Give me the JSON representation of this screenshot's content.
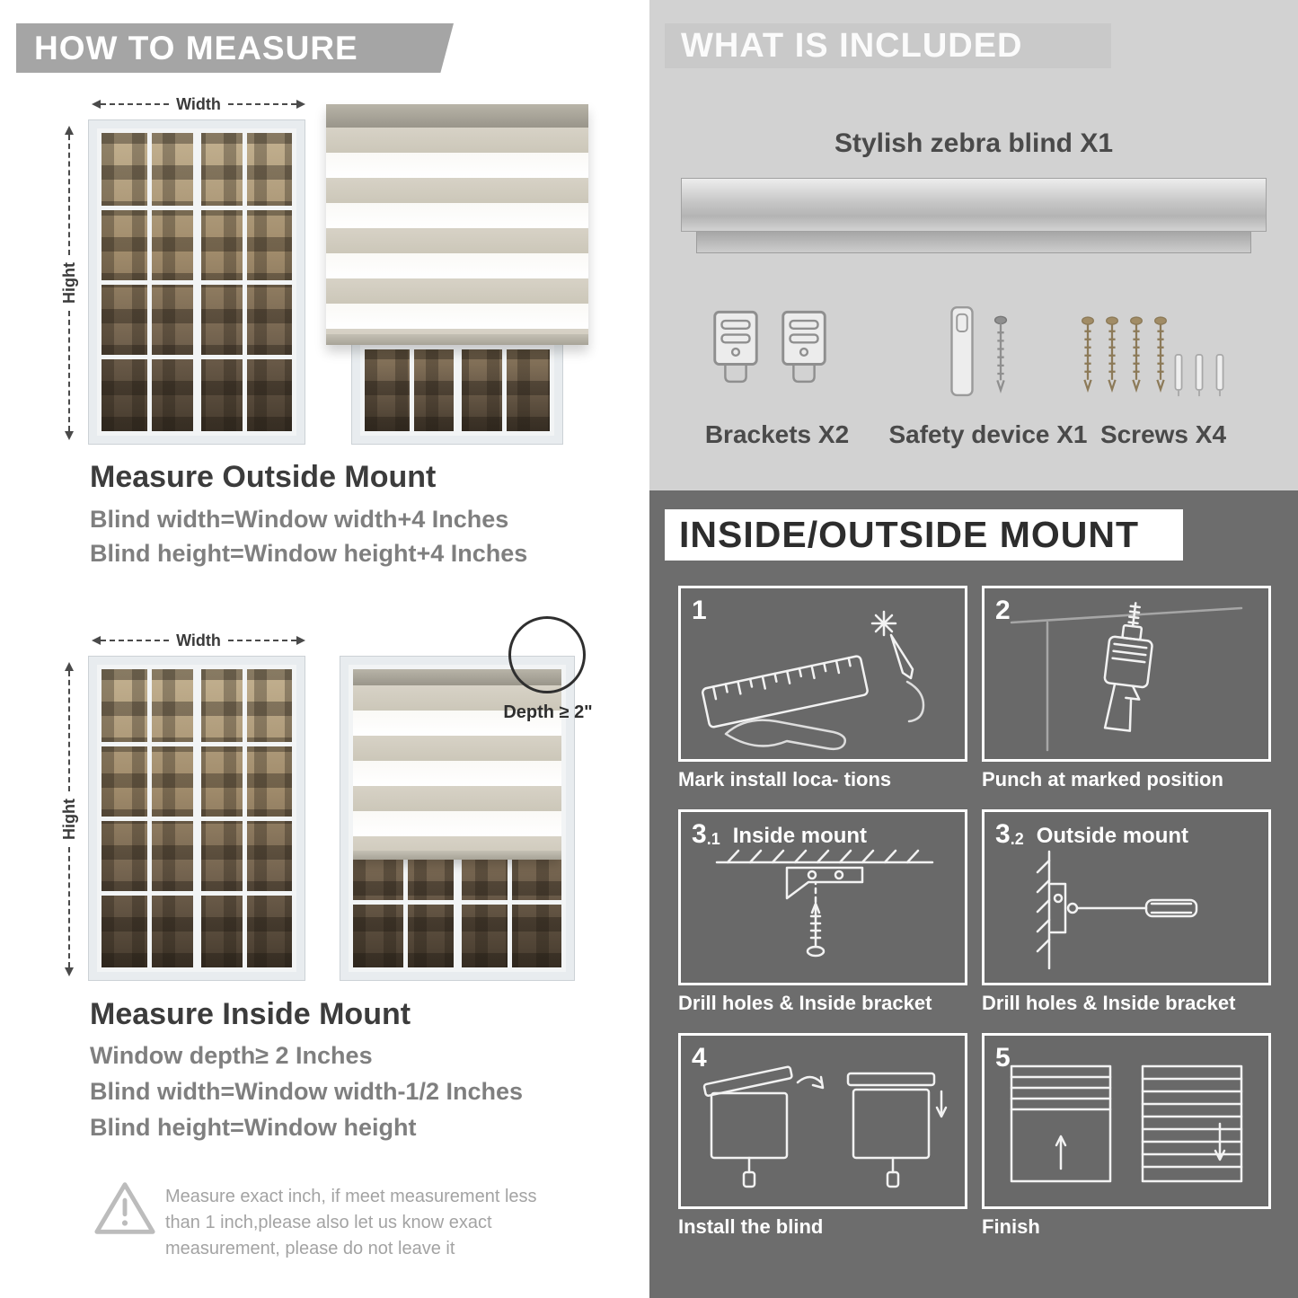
{
  "left": {
    "banner": "HOW TO MEASURE",
    "outside": {
      "width_label": "Width",
      "height_label": "Hight",
      "heading": "Measure Outside Mount",
      "lines": [
        "Blind width=Window width+4 Inches",
        "Blind height=Window height+4 Inches"
      ]
    },
    "inside": {
      "width_label": "Width",
      "height_label": "Hight",
      "depth_label": "Depth ≥ 2\"",
      "heading": "Measure Inside Mount",
      "lines": [
        "Window depth≥ 2 Inches",
        "Blind width=Window width-1/2 Inches",
        "Blind height=Window height"
      ]
    },
    "note": "Measure exact inch, if meet measurement less than 1 inch,please also let us know exact measurement, please do not leave it"
  },
  "right": {
    "included": {
      "title": "WHAT IS INCLUDED",
      "subtitle": "Stylish zebra blind X1",
      "items": [
        {
          "label": "Brackets X2"
        },
        {
          "label": "Safety device X1"
        },
        {
          "label": "Screws X4"
        }
      ]
    },
    "mount": {
      "title": "INSIDE/OUTSIDE MOUNT",
      "steps": [
        {
          "num": "1",
          "caption": "Mark install loca- tions"
        },
        {
          "num": "2",
          "caption": "Punch at marked position"
        },
        {
          "num": "3",
          "sub": ".1",
          "label": "Inside mount",
          "caption": "Drill holes & Inside bracket"
        },
        {
          "num": "3",
          "sub": ".2",
          "label": "Outside mount",
          "caption": "Drill holes & Inside bracket"
        },
        {
          "num": "4",
          "caption": "Install the blind"
        },
        {
          "num": "5",
          "caption": "Finish"
        }
      ]
    }
  },
  "colors": {
    "banner_gray": "#a5a5a5",
    "panel_light": "#d2d2d2",
    "panel_dark": "#6d6d6d",
    "heading_dark": "#3c3c3c",
    "text_gray": "#7f7f7f"
  }
}
